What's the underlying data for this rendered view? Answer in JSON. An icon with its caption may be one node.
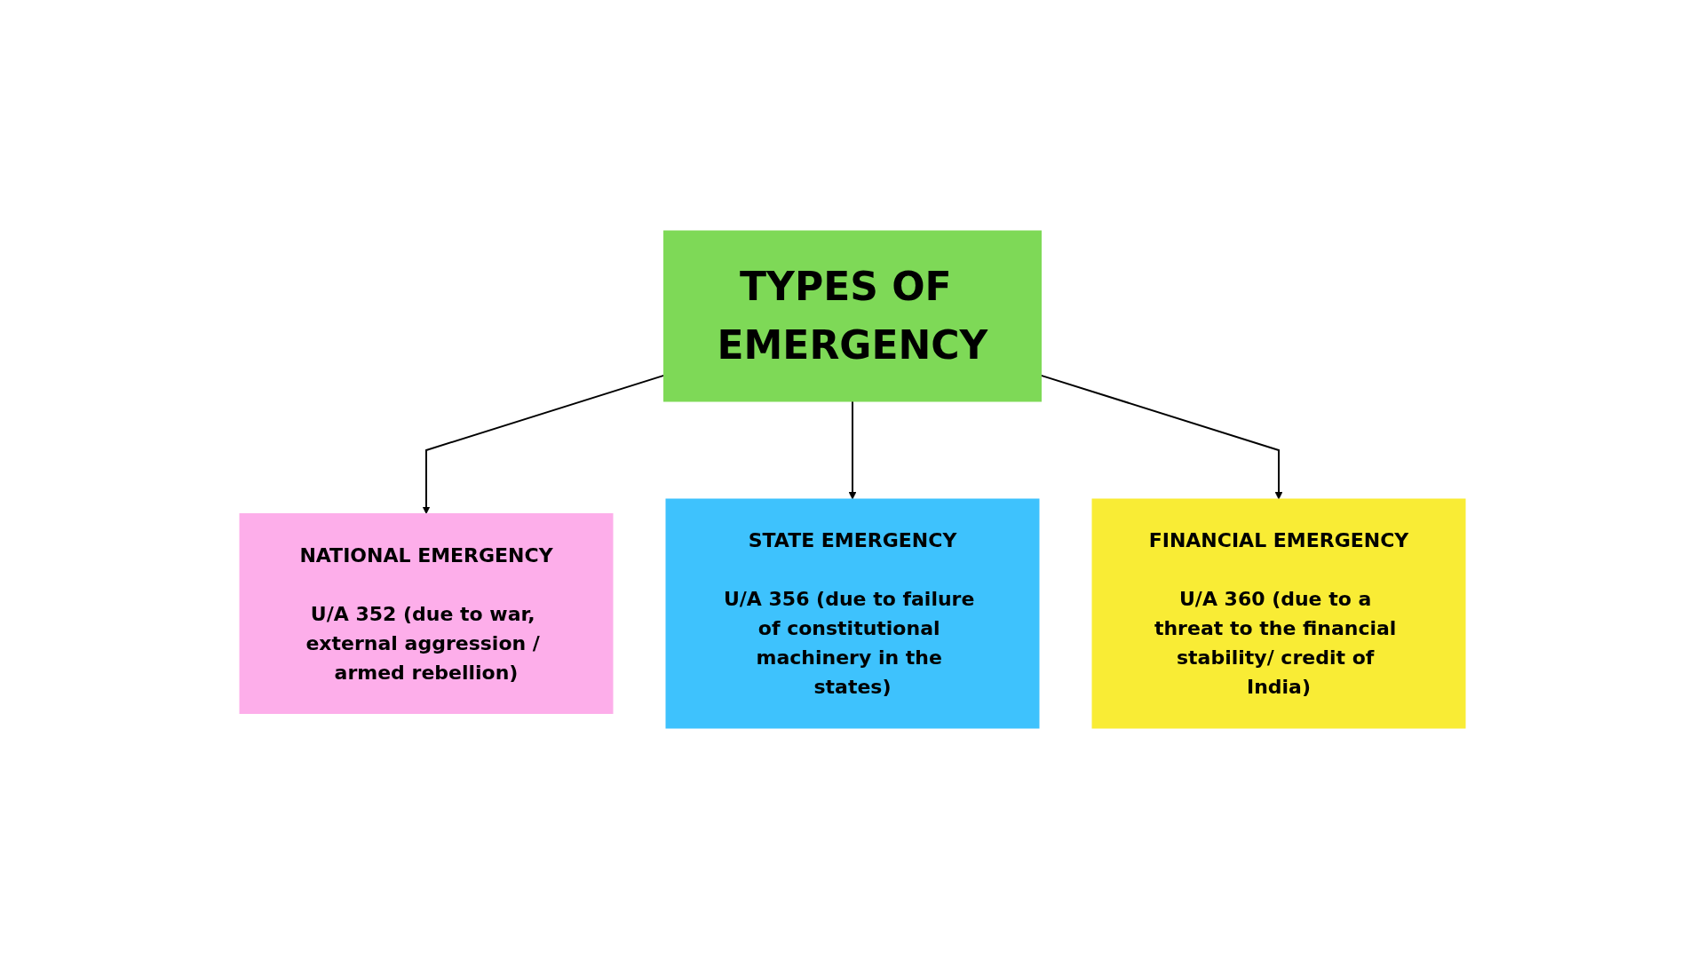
{
  "diagram": {
    "nodes": [
      {
        "text": [
          "TYPES OF EMERGENCY"
        ]
      },
      {
        "text": [
          "NATIONAL EMERGENCY",
          "U/A 352 (due to war, external aggression / armed rebellion)"
        ]
      },
      {
        "text": [
          "STATE EMERGENCY",
          "U/A 356 (due to failure of constitutional machinery in the states)"
        ]
      },
      {
        "text": [
          "FINANCIAL EMERGENCY",
          "U/A 360 (due to a threat to the financial stability/ credit of India)"
        ]
      }
    ],
    "edges": [
      {
        "from": 0,
        "to": 1,
        "arrow": "to"
      },
      {
        "from": 0,
        "to": 2,
        "arrow": "to"
      },
      {
        "from": 0,
        "to": 3,
        "arrow": "to"
      }
    ]
  }
}
